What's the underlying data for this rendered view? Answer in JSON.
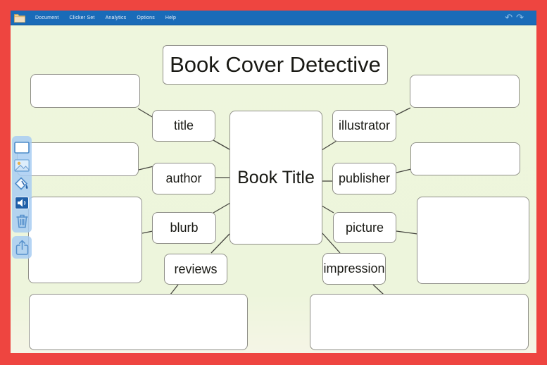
{
  "app": {
    "menu_items": [
      "Document",
      "Clicker Set",
      "Analytics",
      "Options",
      "Help"
    ],
    "undo_icon": "↶",
    "redo_icon": "↷",
    "toolbar_tools": [
      "box-tool",
      "picture-tool",
      "fill-tool",
      "sound-tool",
      "delete-tool",
      "share-tool"
    ]
  },
  "diagram": {
    "heading": "Book Cover Detective",
    "center_label": "Book Title",
    "nodes": [
      {
        "label": "title"
      },
      {
        "label": "author"
      },
      {
        "label": "blurb"
      },
      {
        "label": "reviews"
      },
      {
        "label": "illustrator"
      },
      {
        "label": "publisher"
      },
      {
        "label": "picture"
      },
      {
        "label": "impression"
      }
    ]
  },
  "colors": {
    "frame_red": "#ee4540",
    "menubar_blue": "#1a6bb8",
    "canvas_green": "#eef6dd",
    "toolbar_blue": "#b5d2ef",
    "icon_blue": "#4d8bc9",
    "box_border": "#8f8f88"
  }
}
